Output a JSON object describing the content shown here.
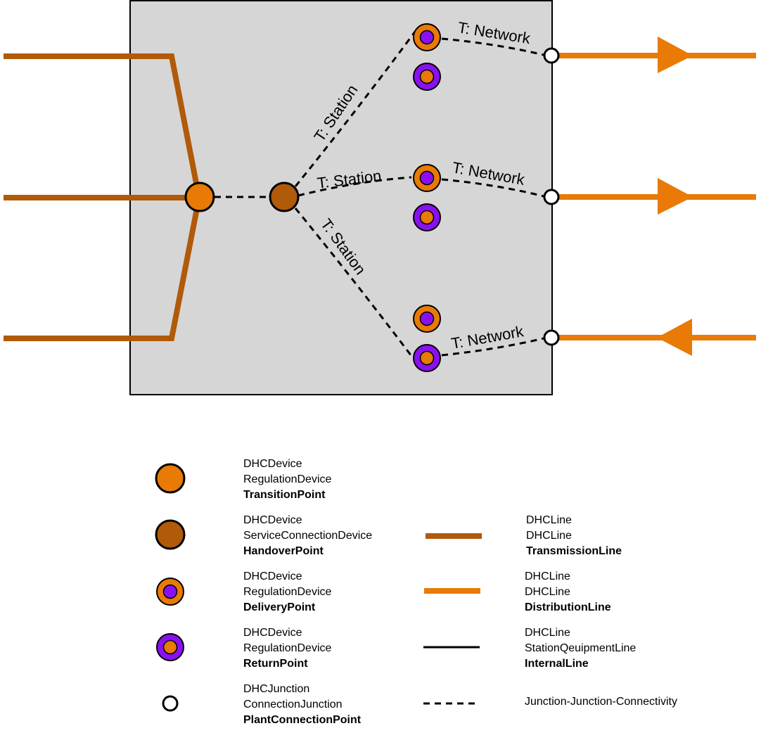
{
  "colors": {
    "transmission": "#B05A0A",
    "distribution": "#E87A05",
    "purple": "#8B10F0",
    "station_fill": "#D6D6D6"
  },
  "labels": {
    "t_station": "T: Station",
    "t_network": "T: Network"
  },
  "legend": {
    "transition_point": {
      "l1": "DHCDevice",
      "l2": "RegulationDevice",
      "l3": "TransitionPoint"
    },
    "handover_point": {
      "l1": "DHCDevice",
      "l2": "ServiceConnectionDevice",
      "l3": "HandoverPoint"
    },
    "delivery_point": {
      "l1": "DHCDevice",
      "l2": "RegulationDevice",
      "l3": "DeliveryPoint"
    },
    "return_point": {
      "l1": "DHCDevice",
      "l2": "RegulationDevice",
      "l3": "ReturnPoint"
    },
    "plant_connection_point": {
      "l1": "DHCJunction",
      "l2": "ConnectionJunction",
      "l3": "PlantConnectionPoint"
    },
    "transmission_line": {
      "l1": "DHCLine",
      "l2": "DHCLine",
      "l3": "TransmissionLine"
    },
    "distribution_line": {
      "l1": "DHCLine",
      "l2": "DHCLine",
      "l3": "DistributionLine"
    },
    "internal_line": {
      "l1": "DHCLine",
      "l2": "StationQeuipmentLine",
      "l3": "InternalLine"
    },
    "connectivity": {
      "l1": "Junction-Junction-Connectivity"
    }
  }
}
